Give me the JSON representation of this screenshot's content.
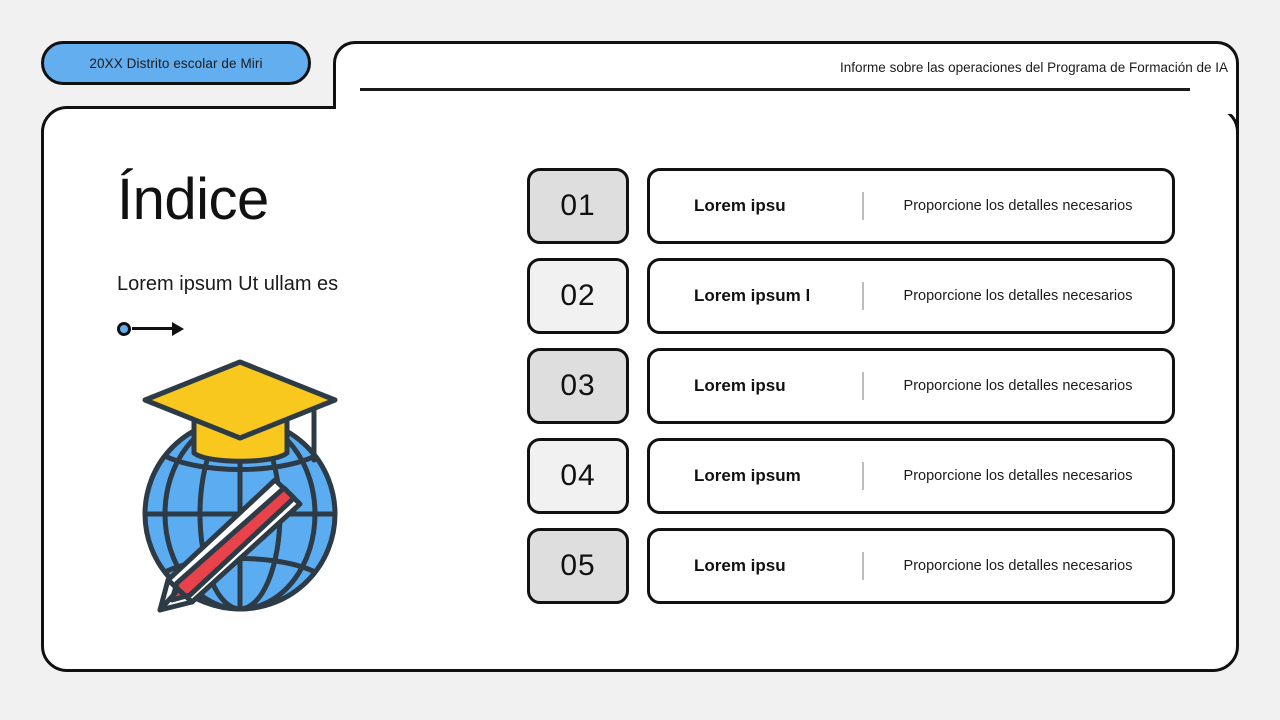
{
  "badge": {
    "label": "20XX Distrito escolar de Miri"
  },
  "header": {
    "title": "Informe sobre las operaciones del Programa de Formación de IA"
  },
  "left": {
    "title": "Índice",
    "subtitle": "Lorem ipsum Ut ullam es",
    "arrow_icon": "arrow-right-icon",
    "illustration_icon": "graduation-globe-pencil-icon"
  },
  "list": {
    "rows": [
      {
        "number": "01",
        "title": "Lorem ipsu",
        "description": "Proporcione los detalles necesarios",
        "shade": "dark"
      },
      {
        "number": "02",
        "title": "Lorem ipsum l",
        "description": "Proporcione los detalles necesarios",
        "shade": "light"
      },
      {
        "number": "03",
        "title": "Lorem ipsu",
        "description": "Proporcione los detalles necesarios",
        "shade": "dark"
      },
      {
        "number": "04",
        "title": "Lorem ipsum",
        "description": "Proporcione los detalles necesarios",
        "shade": "light"
      },
      {
        "number": "05",
        "title": "Lorem ipsu",
        "description": "Proporcione los detalles necesarios",
        "shade": "dark"
      }
    ]
  },
  "colors": {
    "background": "#f1f1f1",
    "badge_blue": "#63aeef",
    "outline": "#111111",
    "globe_blue": "#5bacf0",
    "cap_yellow": "#f9c81e",
    "pencil_red": "#e8434a",
    "num_box_dark": "#dedede",
    "num_box_light": "#f1f1f1"
  }
}
